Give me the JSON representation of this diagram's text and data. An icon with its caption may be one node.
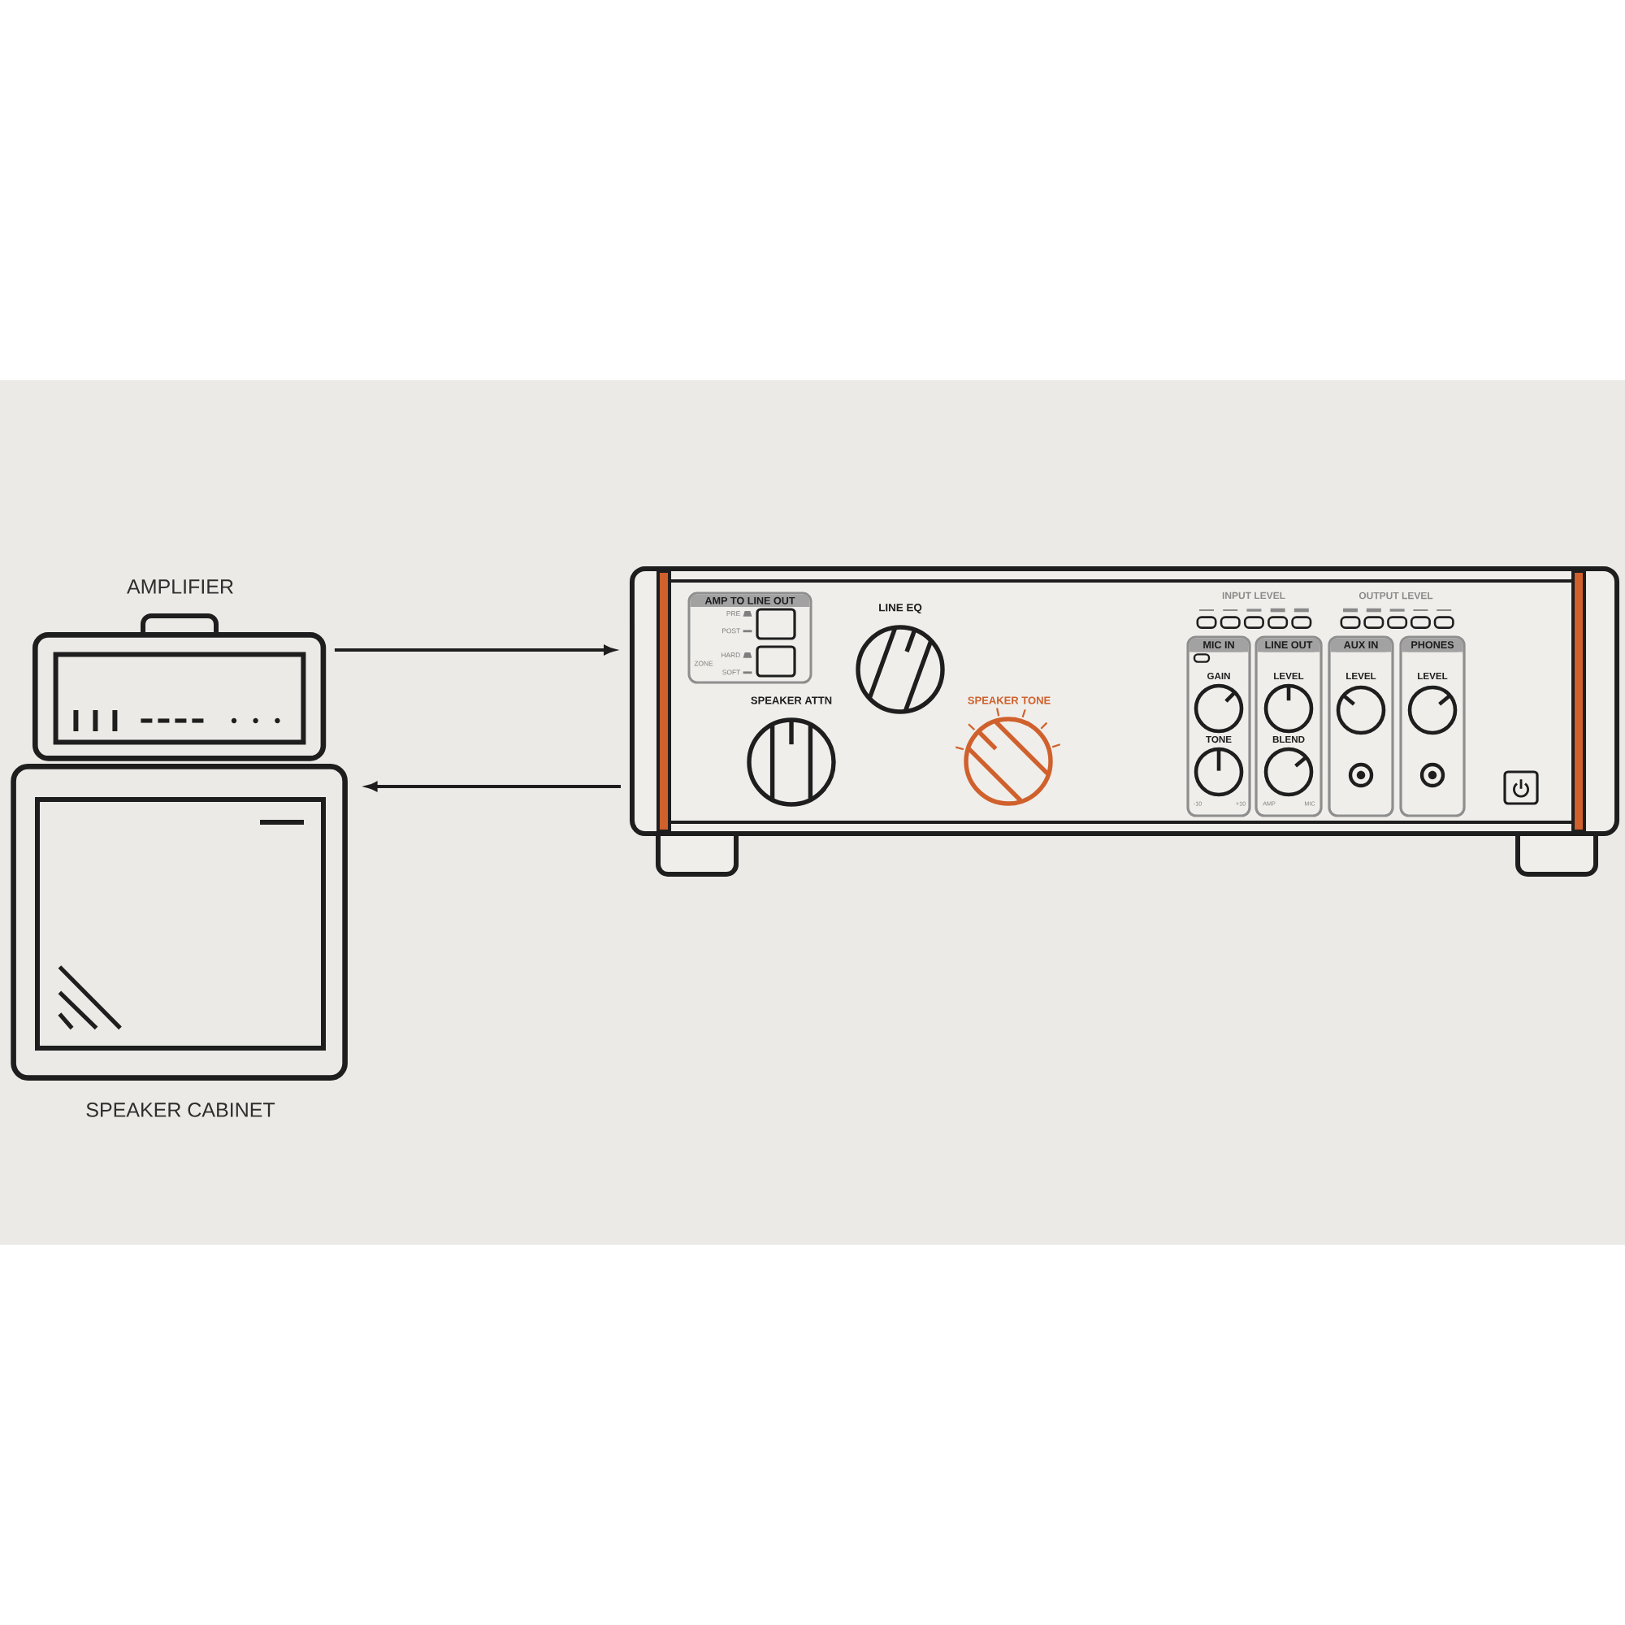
{
  "diagram": {
    "nodes": [
      {
        "text": [
          "AMPLIFIER"
        ]
      },
      {
        "text": [
          "SPEAKER CABINET"
        ]
      },
      {
        "text": [],
        "shape": "box"
      },
      {
        "text": [
          "AMP TO LINE OUT",
          "PRE",
          "POST",
          "ZONE",
          "HARD",
          "SOFT"
        ],
        "in": 2
      },
      {
        "text": [
          "LINE EQ"
        ],
        "in": 2
      },
      {
        "text": [
          "SPEAKER ATTN"
        ],
        "in": 2
      },
      {
        "text": [
          "SPEAKER TONE"
        ],
        "in": 2
      },
      {
        "text": [
          "MIC IN",
          "GAIN",
          "TONE",
          "-10",
          "+10"
        ],
        "in": 2
      },
      {
        "text": [
          "LINE OUT",
          "LEVEL",
          "BLEND",
          "AMP",
          "MIC"
        ],
        "in": 2
      },
      {
        "text": [
          "AUX IN",
          "LEVEL"
        ],
        "in": 2
      },
      {
        "text": [
          "PHONES",
          "LEVEL"
        ],
        "in": 2
      }
    ],
    "edges": [
      {
        "from": 0,
        "to": 2,
        "arrow": "to"
      },
      {
        "from": 2,
        "to": 1,
        "arrow": "to"
      }
    ],
    "labels": [
      "INPUT LEVEL",
      "OUTPUT LEVEL"
    ]
  }
}
